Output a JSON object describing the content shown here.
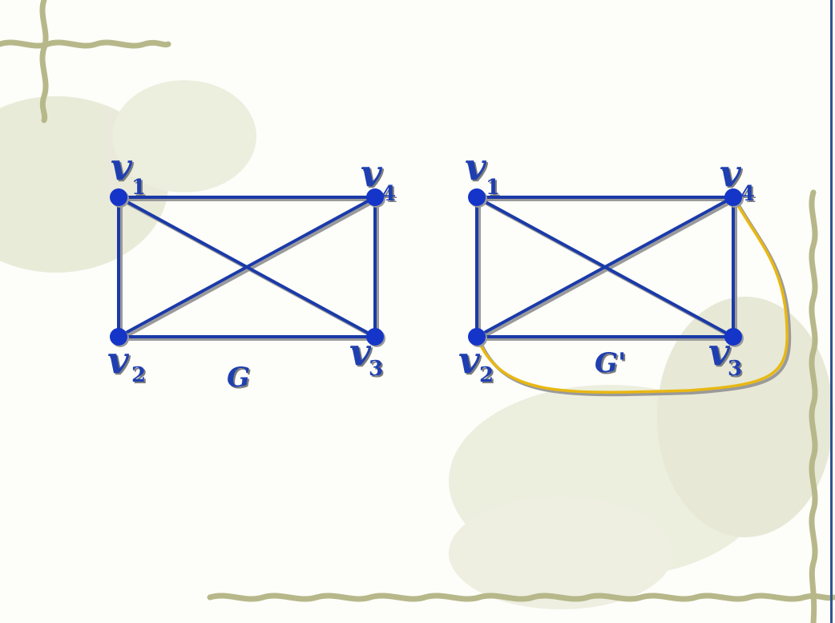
{
  "colors": {
    "edge": "#1b3aa8",
    "node": "#1535c8",
    "extra_edge": "#e8b812",
    "label": "#1f3fb0",
    "frame_right": "#2f5590",
    "decoration": "#b7b88a"
  },
  "graphs": [
    {
      "id": "G",
      "label": "G",
      "vertices": [
        {
          "id": "v1",
          "letter": "v",
          "sub": "1"
        },
        {
          "id": "v2",
          "letter": "v",
          "sub": "2"
        },
        {
          "id": "v3",
          "letter": "v",
          "sub": "3"
        },
        {
          "id": "v4",
          "letter": "v",
          "sub": "4"
        }
      ],
      "edges": [
        [
          "v1",
          "v4"
        ],
        [
          "v1",
          "v2"
        ],
        [
          "v4",
          "v3"
        ],
        [
          "v2",
          "v3"
        ],
        [
          "v1",
          "v3"
        ],
        [
          "v2",
          "v4"
        ]
      ]
    },
    {
      "id": "G-prime",
      "label": "G'",
      "vertices": [
        {
          "id": "v1",
          "letter": "v",
          "sub": "1"
        },
        {
          "id": "v2",
          "letter": "v",
          "sub": "2"
        },
        {
          "id": "v3",
          "letter": "v",
          "sub": "3"
        },
        {
          "id": "v4",
          "letter": "v",
          "sub": "4"
        }
      ],
      "edges": [
        [
          "v1",
          "v4"
        ],
        [
          "v1",
          "v2"
        ],
        [
          "v4",
          "v3"
        ],
        [
          "v2",
          "v3"
        ],
        [
          "v1",
          "v3"
        ],
        [
          "v2",
          "v4"
        ]
      ],
      "extra_edges": [
        [
          "v2",
          "v4"
        ]
      ]
    }
  ]
}
